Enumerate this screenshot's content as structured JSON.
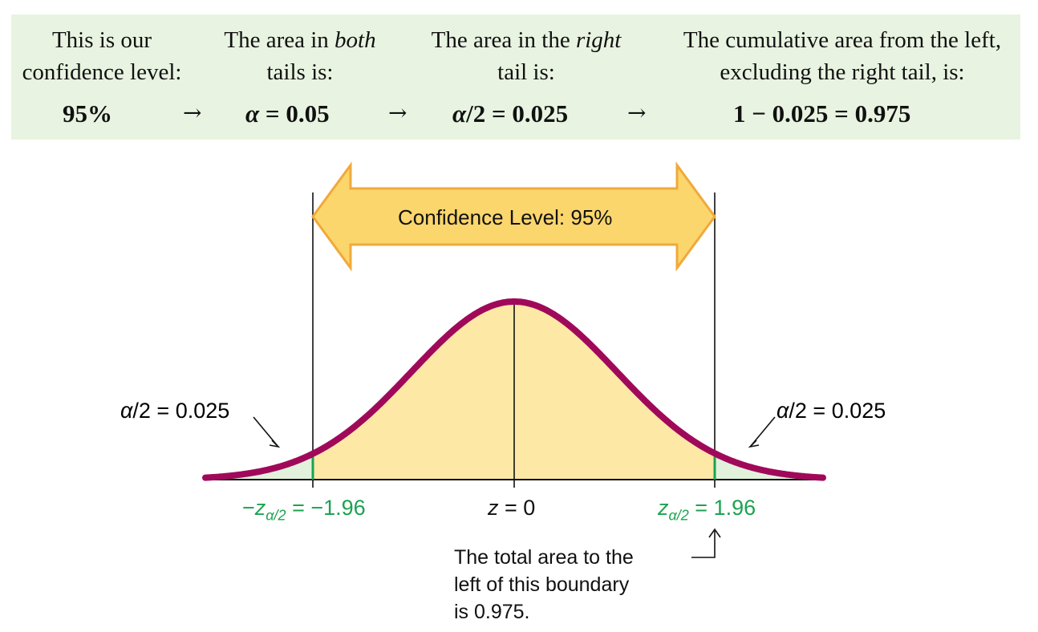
{
  "steps": [
    {
      "line1": "This is our",
      "line2": "confidence level:",
      "value": "95%"
    },
    {
      "line1_pre": "The area in ",
      "line1_em": "both",
      "line2": "tails is:",
      "value_em": "α",
      "value_rest": " = 0.05"
    },
    {
      "line1_pre": "The area in the ",
      "line1_em": "right",
      "line2": "tail is:",
      "value_em": "α",
      "value_rest": "/2 = 0.025"
    },
    {
      "line1": "The cumulative area from the left,",
      "line2": "excluding the right tail, is:",
      "value": "1 − 0.025 = 0.975"
    }
  ],
  "arrow": "→",
  "confidence_label": "Confidence Level: 95%",
  "left_tail": {
    "alpha": "α",
    "rest": "/2 = 0.025"
  },
  "right_tail": {
    "alpha": "α",
    "rest": "/2 = 0.025"
  },
  "left_z": {
    "prefix": "−",
    "z": "z",
    "sub": "α/2",
    "rest": " = −1.96"
  },
  "center_z": {
    "z": "z",
    "rest": " = 0"
  },
  "right_z": {
    "z": "z",
    "sub": "α/2",
    "rest": " = 1.96"
  },
  "note_lines": [
    "The total area to the",
    "left of this boundary",
    "is 0.975."
  ],
  "colors": {
    "banner": "#e8f4e1",
    "curve": "#a0095a",
    "center_fill": "#fde8a6",
    "tail_fill": "#e2f1dc",
    "arrow_fill": "#fbd66d",
    "arrow_stroke": "#f1a93a",
    "z_label": "#1aa350"
  }
}
